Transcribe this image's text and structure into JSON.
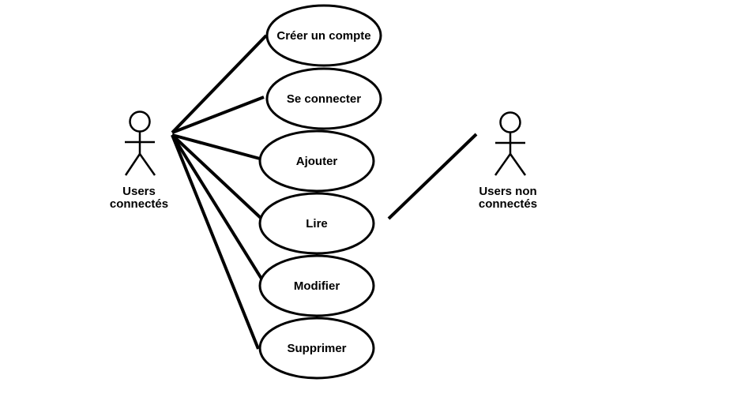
{
  "actors": {
    "left": {
      "line1": "Users",
      "line2": "connectés",
      "icon": "stick-figure"
    },
    "right": {
      "line1": "Users non",
      "line2": "connectés",
      "icon": "stick-figure"
    }
  },
  "use_cases": [
    {
      "id": "uc-creer-compte",
      "label": "Créer un compte"
    },
    {
      "id": "uc-se-connecter",
      "label": "Se connecter"
    },
    {
      "id": "uc-ajouter",
      "label": "Ajouter"
    },
    {
      "id": "uc-lire",
      "label": "Lire"
    },
    {
      "id": "uc-modifier",
      "label": "Modifier"
    },
    {
      "id": "uc-supprimer",
      "label": "Supprimer"
    }
  ],
  "associations": [
    {
      "from": "left",
      "to": "uc-creer-compte"
    },
    {
      "from": "left",
      "to": "uc-se-connecter"
    },
    {
      "from": "left",
      "to": "uc-ajouter"
    },
    {
      "from": "left",
      "to": "uc-lire"
    },
    {
      "from": "left",
      "to": "uc-modifier"
    },
    {
      "from": "left",
      "to": "uc-supprimer"
    },
    {
      "from": "right",
      "to": "uc-lire"
    }
  ],
  "colors": {
    "stroke": "#000000",
    "fill": "#ffffff",
    "background": "#ffffff"
  }
}
